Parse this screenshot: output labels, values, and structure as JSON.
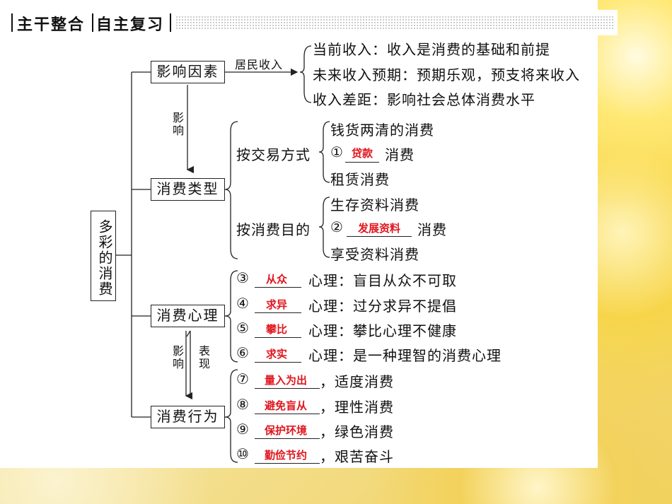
{
  "header": {
    "part1": "主干整合",
    "part2": "自主复习"
  },
  "root": "多彩的消费",
  "nodes": {
    "factors": "影响因素",
    "types": "消费类型",
    "psychology": "消费心理",
    "behavior": "消费行为"
  },
  "edge_labels": {
    "resident_income": "居民收入",
    "influence_1": "影响",
    "influence_2": "影响",
    "manifest": "表现"
  },
  "factors_items": [
    "当前收入：收入是消费的基础和前提",
    "未来收入预期：预期乐观，预支将来收入",
    "收入差距：影响社会总体消费水平"
  ],
  "types_groups": {
    "by_trade": {
      "label": "按交易方式",
      "item1": "钱货两清的消费",
      "item2_num": "①",
      "item2_ans": "贷款",
      "item2_suffix": "消费",
      "item3": "租赁消费"
    },
    "by_purpose": {
      "label": "按消费目的",
      "item1": "生存资料消费",
      "item2_num": "②",
      "item2_ans": "发展资料",
      "item2_suffix": "消费",
      "item3": "享受资料消费"
    }
  },
  "psychology_items": [
    {
      "num": "③",
      "ans": "从众",
      "text": "心理：盲目从众不可取"
    },
    {
      "num": "④",
      "ans": "求异",
      "text": "心理：过分求异不提倡"
    },
    {
      "num": "⑤",
      "ans": "攀比",
      "text": "心理：攀比心理不健康"
    },
    {
      "num": "⑥",
      "ans": "求实",
      "text": "心理：是一种理智的消费心理"
    }
  ],
  "behavior_items": [
    {
      "num": "⑦",
      "ans": "量入为出",
      "text": "，适度消费"
    },
    {
      "num": "⑧",
      "ans": "避免盲从",
      "text": "，理性消费"
    },
    {
      "num": "⑨",
      "ans": "保护环境",
      "text": "，绿色消费"
    },
    {
      "num": "⑩",
      "ans": "勤俭节约",
      "text": "，艰苦奋斗"
    }
  ],
  "colors": {
    "answer": "#e0161f",
    "line": "#222222"
  }
}
